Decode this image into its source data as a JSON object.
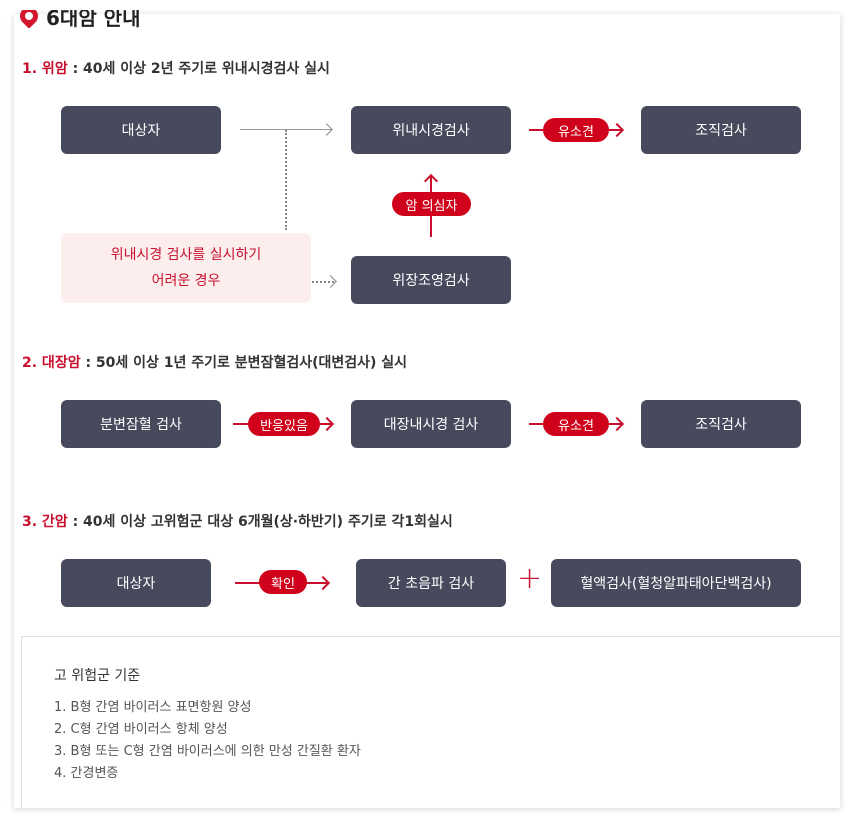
{
  "header": {
    "title": "6대암 안내"
  },
  "sections": {
    "stomach": {
      "num": "1. 위암",
      "desc": " : 40세 이상 2년 주기로 위내시경검사 실시",
      "target": "대상자",
      "endoscopy": "위내시경검사",
      "finding": "유소견",
      "biopsy": "조직검사",
      "suspect": "암 의심자",
      "hard_case_line1": "위내시경 검사를 실시하기",
      "hard_case_line2": "어려운 경우",
      "upper_gi": "위장조영검사"
    },
    "colon": {
      "num": "2. 대장암",
      "desc": " : 50세 이상 1년 주기로 분변잠혈검사(대변검사) 실시",
      "fobt": "분변잠혈 검사",
      "positive": "반응있음",
      "colonoscopy": "대장내시경 검사",
      "finding": "유소견",
      "biopsy": "조직검사"
    },
    "liver": {
      "num": "3. 간암",
      "desc": " : 40세 이상 고위험군 대상 6개월(상·하반기) 주기로 각1회실시",
      "target": "대상자",
      "confirm": "확인",
      "ultrasound": "간 초음파 검사",
      "plus": "+",
      "blood": "혈액검사(혈청알파태아단백검사)"
    }
  },
  "criteria": {
    "title": "고 위험군 기준",
    "items": [
      "1. B형 간염 바이러스 표면항원 양성",
      "2. C형 간염 바이러스 항체 양성",
      "3. B형 또는 C형 간염 바이러스에 의한 만성 간질환 환자",
      "4. 간경변증"
    ]
  },
  "colors": {
    "accent": "#c8102e",
    "box": "#464a5c",
    "pink": "#fdeeee"
  }
}
